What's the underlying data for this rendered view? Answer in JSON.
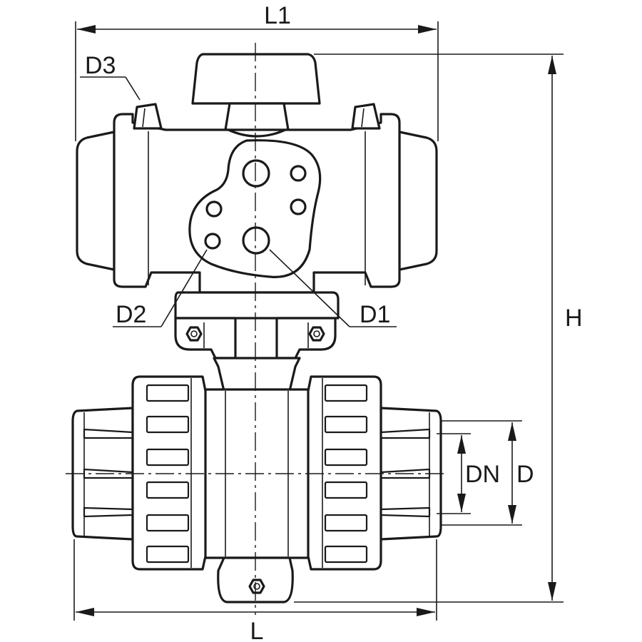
{
  "labels": {
    "L1": "L1",
    "D3": "D3",
    "D2": "D2",
    "D1": "D1",
    "H": "H",
    "DN": "DN",
    "D": "D",
    "L": "L"
  },
  "colors": {
    "line": "#1a1a1a",
    "background": "#ffffff"
  }
}
